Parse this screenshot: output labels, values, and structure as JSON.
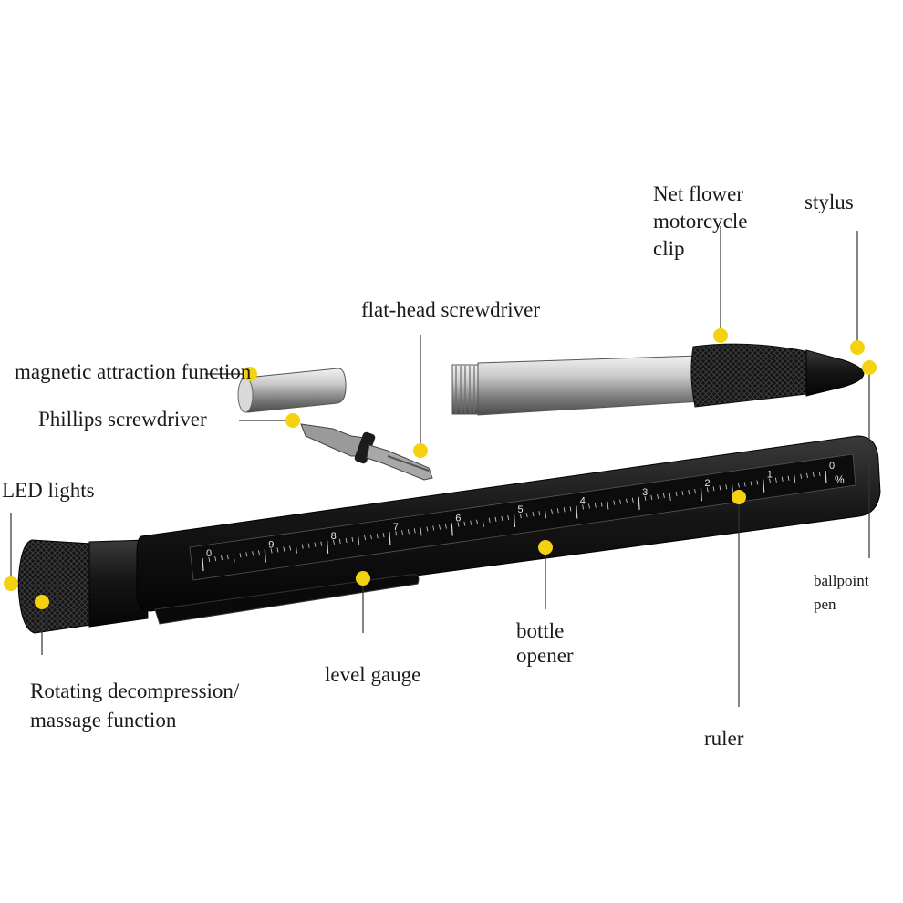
{
  "labels": {
    "magnetic": "magnetic attraction function",
    "phillips": "Phillips screwdriver",
    "flathead": "flat-head screwdriver",
    "clip": "Net flower\nmotorcycle\nclip",
    "stylus": "stylus",
    "led": "LED lights",
    "ballpoint": "ballpoint\npen",
    "bottle": "bottle\nopener",
    "level": "level gauge",
    "rotating": "Rotating decompression/\nmassage function",
    "ruler": "ruler"
  },
  "ruler_scale": {
    "inch_numbers": [
      "0",
      "9",
      "8",
      "7",
      "6",
      "5",
      "4",
      "3",
      "2",
      "1",
      "0"
    ],
    "unit": "%"
  },
  "colors": {
    "marker": "#f5d20f",
    "pen_body": "#141414",
    "leader": "#333333",
    "text": "#1a1a1a",
    "steel": "#b8b8b8"
  }
}
